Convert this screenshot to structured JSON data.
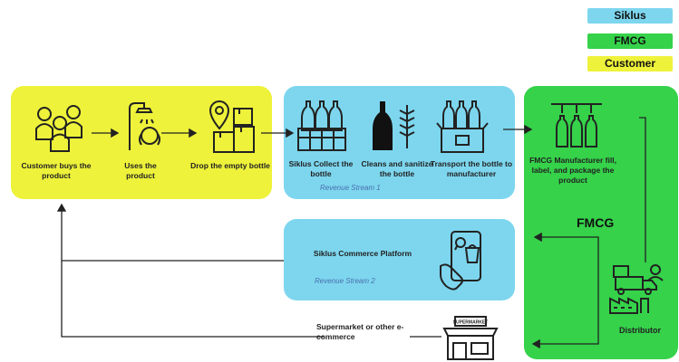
{
  "legend": {
    "siklus": "Siklus",
    "fmcg": "FMCG",
    "customer": "Customer"
  },
  "colors": {
    "siklus": "#7dd6ee",
    "fmcg": "#35d24a",
    "customer": "#eef23a",
    "arrow": "#222222",
    "revenue_text": "#4a6fb0"
  },
  "customer_steps": [
    {
      "label": "Customer buys the product",
      "icon": "people-icon"
    },
    {
      "label": "Uses the product",
      "icon": "shower-icon"
    },
    {
      "label": "Drop the empty bottle",
      "icon": "location-boxes-icon"
    }
  ],
  "siklus_steps": [
    {
      "label": "Siklus Collect the bottle",
      "icon": "bottle-crate-icon"
    },
    {
      "label": "Cleans and sanitize the bottle",
      "icon": "bottle-brush-icon"
    },
    {
      "label": "Transport the bottle to manufacturer",
      "icon": "bottle-box-icon"
    }
  ],
  "revenue_stream_1": "Revenue Stream 1",
  "commerce": {
    "label": "Siklus Commerce Platform",
    "revenue": "Revenue Stream 2",
    "icon": "phone-shopping-icon"
  },
  "fmcg_panel": {
    "manufacturer": "FMCG Manufacturer fill, label, and package the product",
    "title": "FMCG",
    "distributor": "Distributor",
    "manufacturer_icon": "bottle-filling-icon",
    "distributor_icon": "truck-factory-icon"
  },
  "supermarket": {
    "label": "Supermarket or other e-commerce",
    "sign": "SUPERMARKET",
    "icon": "store-icon"
  }
}
